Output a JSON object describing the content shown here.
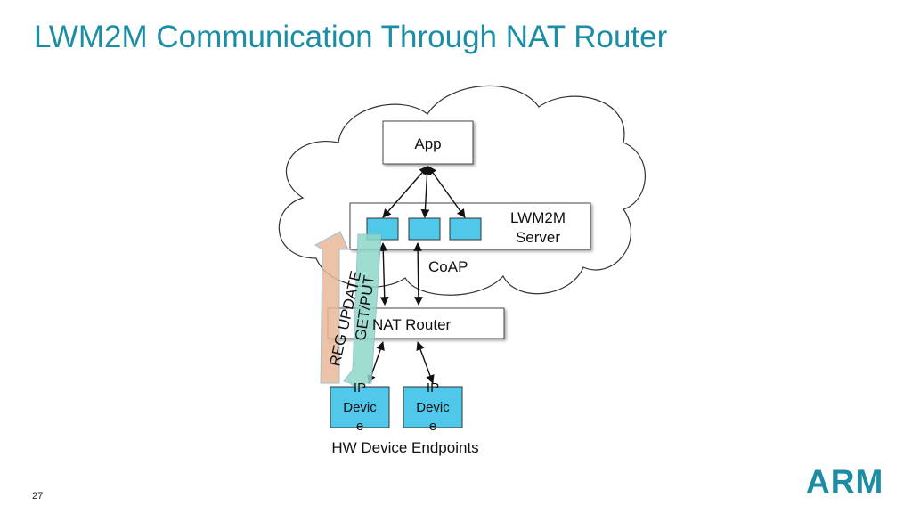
{
  "slide": {
    "title": "LWM2M Communication Through NAT Router",
    "page_number": "27",
    "logo_text": "ARM"
  },
  "diagram": {
    "app_label": "App",
    "server_label_line1": "LWM2M",
    "server_label_line2": "Server",
    "coap_label": "CoAP",
    "nat_router_label": "NAT Router",
    "device1_lines": [
      "IP",
      "Devic",
      "e"
    ],
    "device2_lines": [
      "IP",
      "Devic",
      "e"
    ],
    "endpoints_label": "HW Device Endpoints",
    "reg_update_label": "REG UPDATE",
    "get_put_label": "GET/PUT"
  },
  "colors": {
    "title": "#1b8ea5",
    "resource_box": "#4fc8ea",
    "reg_update_arrow": "#e9b89b",
    "get_put_arrow": "#8fd8c9"
  }
}
